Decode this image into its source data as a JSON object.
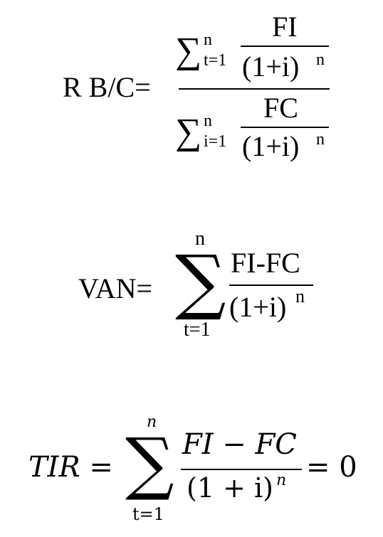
{
  "equations": {
    "rbc": {
      "lhs": "R B/C=",
      "num_sigma": "∑",
      "num_upper": "n",
      "num_lower": "t=1",
      "num_frac_top": "FI",
      "num_frac_bottom": "(1+i)",
      "num_frac_exp": "n",
      "den_sigma": "∑",
      "den_upper": "n",
      "den_lower": "i=1",
      "den_frac_top": "FC",
      "den_frac_bottom": "(1+i)",
      "den_frac_exp": "n"
    },
    "van": {
      "lhs": "VAN=",
      "sigma": "∑",
      "upper": "n",
      "lower": "t=1",
      "frac_top": "FI-FC",
      "frac_bottom": "(1+i)",
      "frac_exp": "n"
    },
    "tir": {
      "lhs": "TIR =",
      "sigma": "∑",
      "upper": "n",
      "lower": "t=1",
      "frac_top": "FI − FC",
      "frac_bottom": "(1 + i)",
      "frac_exp": "n",
      "rhs": "= 0"
    }
  }
}
